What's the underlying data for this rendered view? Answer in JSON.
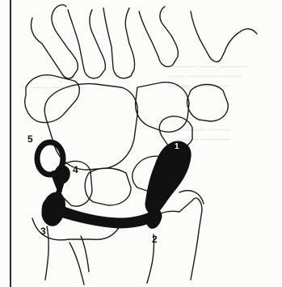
{
  "figure": {
    "ink_color": "#111111",
    "labels": [
      "1",
      "2",
      "3",
      "4",
      "5"
    ]
  }
}
